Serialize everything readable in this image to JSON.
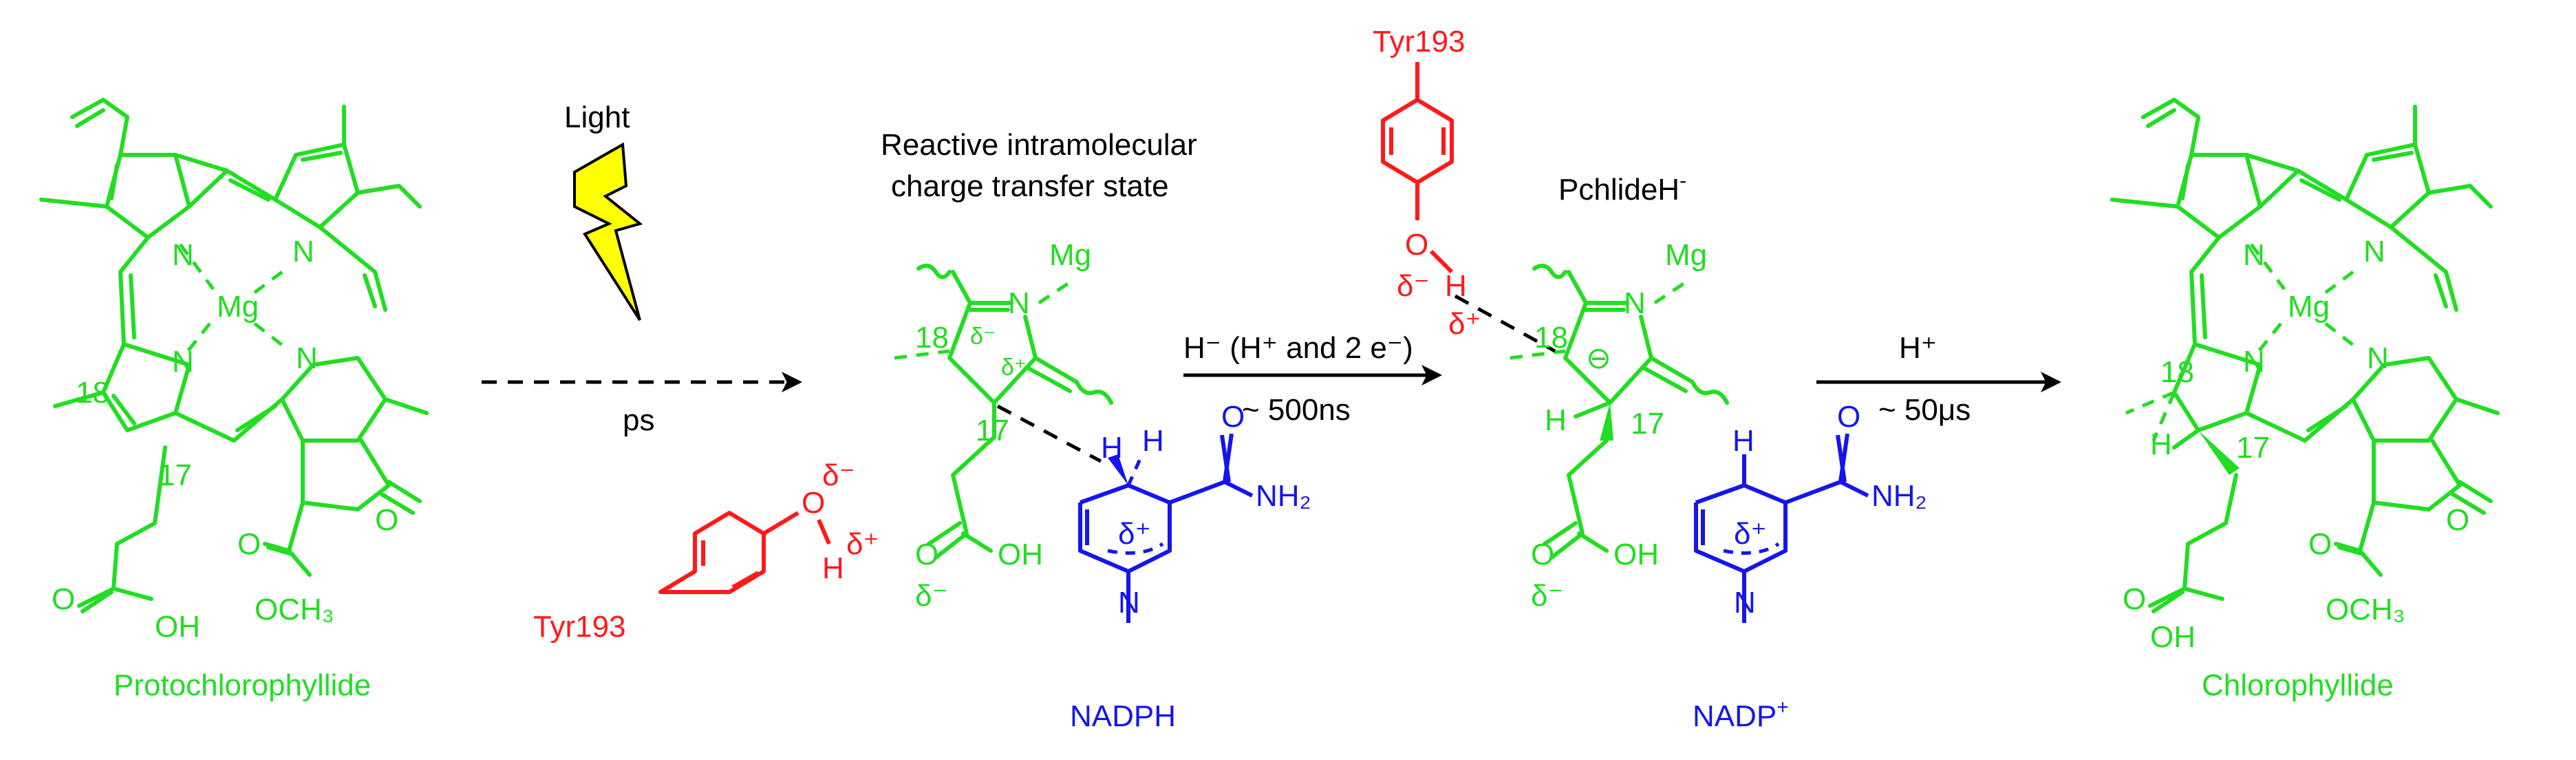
{
  "labels": {
    "protochlorophyllide": "Protochlorophyllide",
    "chlorophyllide": "Chlorophyllide",
    "light": "Light",
    "ps": "ps",
    "reactive_line1": "Reactive intramolecular",
    "reactive_line2": "charge transfer state",
    "pchlide": "PchlideH",
    "pchlide_sup": "-",
    "tyr": "Tyr193",
    "nadph": "NADPH",
    "nadp": "NADP",
    "nadp_sup": "+",
    "hydride_step": "H⁻ (H⁺ and 2 e⁻)",
    "hydride_time": "~ 500ns",
    "proton_step": "H⁺",
    "proton_time": "~ 50μs",
    "mg": "Mg",
    "n": "N",
    "o": "O",
    "h": "H",
    "oh": "OH",
    "och3": "OCH₃",
    "nh2": "NH₂",
    "pos18": "18",
    "pos17": "17",
    "delta_minus": "δ⁻",
    "delta_plus": "δ⁺",
    "anion": "⊖"
  },
  "colors": {
    "pigment": "#22dd22",
    "tyrosine": "#ff1a1a",
    "nadph": "#1515ee",
    "arrows": "#000000",
    "lightning": "#ffff00"
  },
  "icons": {
    "light": "lightning-bolt-icon"
  }
}
